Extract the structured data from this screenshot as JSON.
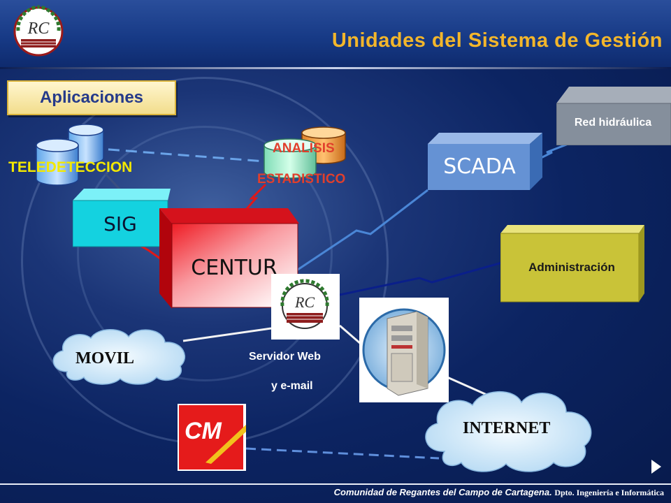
{
  "header": {
    "title": "Unidades del Sistema de Gestión"
  },
  "apps_tab": {
    "label": "Aplicaciones"
  },
  "nodes": {
    "teledeteccion": "TELEDETECCION",
    "analisis_line1": "ANALISIS",
    "analisis_line2": "ESTADISTICO",
    "sig": "SIG",
    "centur": "CENTUR",
    "scada": "SCADA",
    "red_hidraulica": "Red hidráulica",
    "administracion": "Administración",
    "servidor_line1": "Servidor Web",
    "servidor_line2": "y e-mail",
    "movil": "MOVIL",
    "internet": "INTERNET"
  },
  "logos": {
    "rc_monogram": "RC",
    "cm": "CM"
  },
  "footer": {
    "org": "Comunidad de Regantes del Campo de Cartagena.",
    "dept": "Dpto. Ingeniería e Informática"
  },
  "colors": {
    "title": "#f3b62b",
    "sig": "#17d8e8",
    "centur": "#e60b15",
    "scada": "#5f8ed4",
    "red_hidraulica": "#8c98a6",
    "administracion": "#c9c338",
    "teledeteccion_label": "#f3e800",
    "analisis_label": "#e13f2c"
  },
  "icons": {
    "next": "triangle-right-icon",
    "server": "server-tower-icon",
    "database": "database-cylinder-icon",
    "cloud": "cloud-icon"
  }
}
